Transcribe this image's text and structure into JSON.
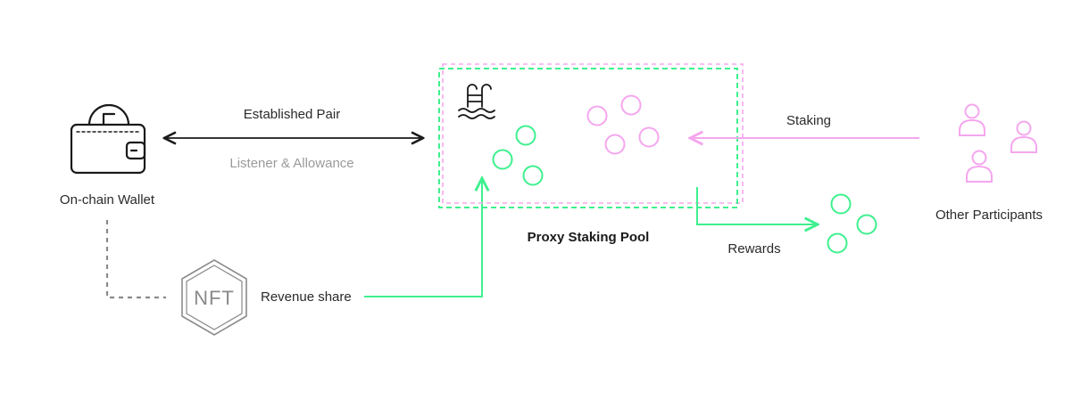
{
  "labels": {
    "established_pair": "Established Pair",
    "listener_allowance": "Listener & Allowance",
    "wallet": "On-chain Wallet",
    "pool": "Proxy Staking Pool",
    "staking": "Staking",
    "other_participants": "Other Participants",
    "rewards": "Rewards",
    "revenue_share": "Revenue share",
    "nft": "NFT"
  },
  "icons": {
    "wallet": "wallet-icon",
    "pool": "swimming-pool-icon",
    "nft": "nft-hexagon-icon",
    "person": "person-icon"
  },
  "colors": {
    "green": "#3ef08e",
    "pink": "#f5a6ee",
    "dark": "#1a1a1a",
    "muted": "#9a9a9a",
    "gray_dash": "#8a8a8a"
  }
}
